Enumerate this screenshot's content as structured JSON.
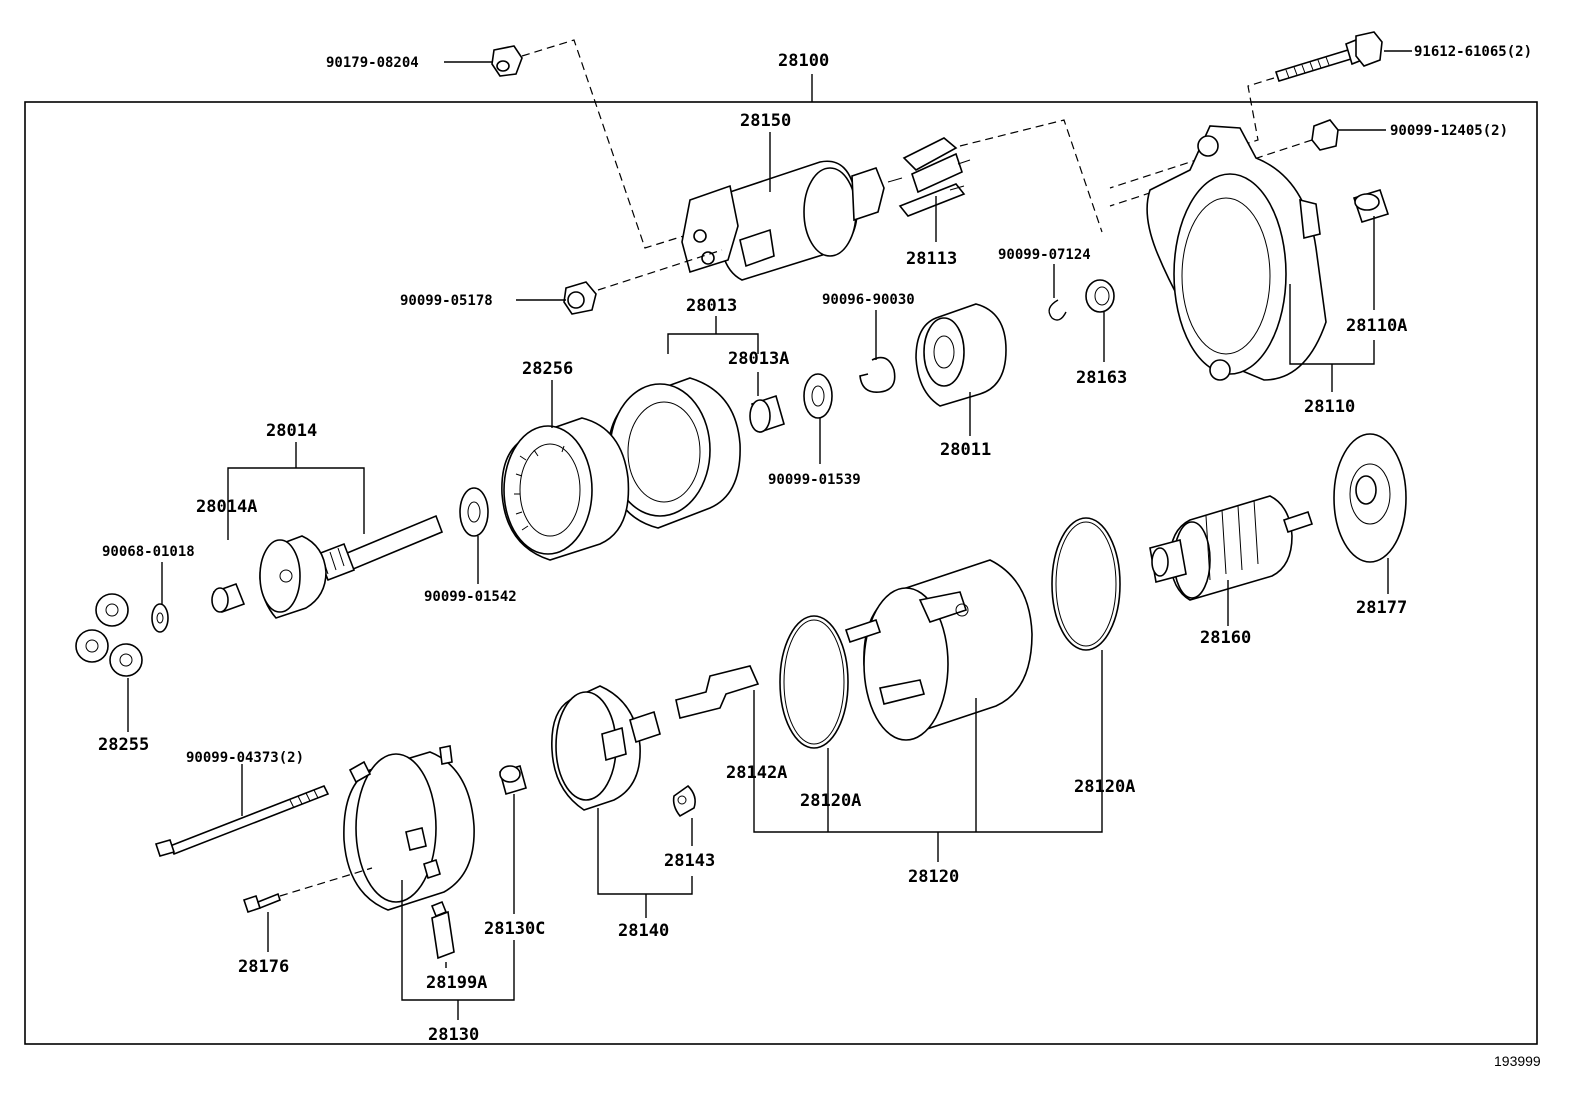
{
  "assembly": "28100",
  "diagram_ref": "193999",
  "labels": {
    "p90179_08204": "90179-08204",
    "p28100": "28100",
    "p91612_61065": "91612-61065(2)",
    "p28150": "28150",
    "p90099_12405": "90099-12405(2)",
    "p28113": "28113",
    "p90099_07124": "90099-07124",
    "p90099_05178": "90099-05178",
    "p28013": "28013",
    "p90096_90030": "90096-90030",
    "p28110A": "28110A",
    "p28013A": "28013A",
    "p28256": "28256",
    "p28163": "28163",
    "p28110": "28110",
    "p28014": "28014",
    "p28011": "28011",
    "p90099_01539": "90099-01539",
    "p28014A": "28014A",
    "p90068_01018": "90068-01018",
    "p90099_01542": "90099-01542",
    "p28177": "28177",
    "p28160": "28160",
    "p28255": "28255",
    "p90099_04373": "90099-04373(2)",
    "p28142A": "28142A",
    "p28120A_left": "28120A",
    "p28120A_right": "28120A",
    "p28143": "28143",
    "p28120": "28120",
    "p28130C": "28130C",
    "p28140": "28140",
    "p28176": "28176",
    "p28199A": "28199A",
    "p28130": "28130"
  }
}
